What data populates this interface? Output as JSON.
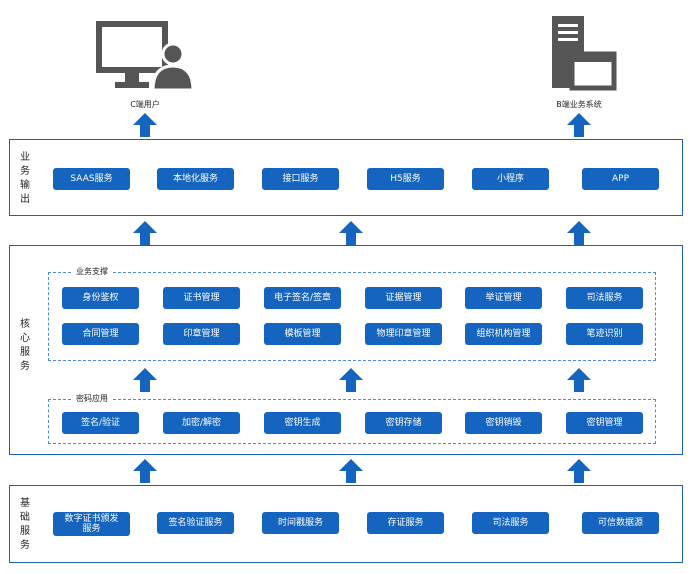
{
  "top": {
    "c_user": "C端用户",
    "b_system": "B端业务系统",
    "icons": {
      "c_user": "computer-user-icon",
      "b_system": "server-window-icon"
    }
  },
  "output_layer": {
    "label": "业务输出",
    "items": [
      "SAAS服务",
      "本地化服务",
      "接口服务",
      "H5服务",
      "小程序",
      "APP"
    ]
  },
  "core_layer": {
    "label": "核心服务",
    "business": {
      "title": "业务支撑",
      "row1": [
        "身份鉴权",
        "证书管理",
        "电子签名/签章",
        "证据管理",
        "举证管理",
        "司法服务"
      ],
      "row2": [
        "合同管理",
        "印章管理",
        "模板管理",
        "物理印章管理",
        "组织机构管理",
        "笔迹识别"
      ]
    },
    "crypto": {
      "title": "密码应用",
      "items": [
        "签名/验证",
        "加密/解密",
        "密钥生成",
        "密钥存储",
        "密钥销毁",
        "密钥管理"
      ]
    }
  },
  "base_layer": {
    "label": "基础服务",
    "items": [
      "数字证书颁发\n服务",
      "签名验证服务",
      "时间戳服务",
      "存证服务",
      "司法服务",
      "可信数据源"
    ]
  },
  "colors": {
    "button": "#1565c0",
    "arrow": "#1565c0",
    "border": "#1a5fb4",
    "icon": "#555555"
  }
}
